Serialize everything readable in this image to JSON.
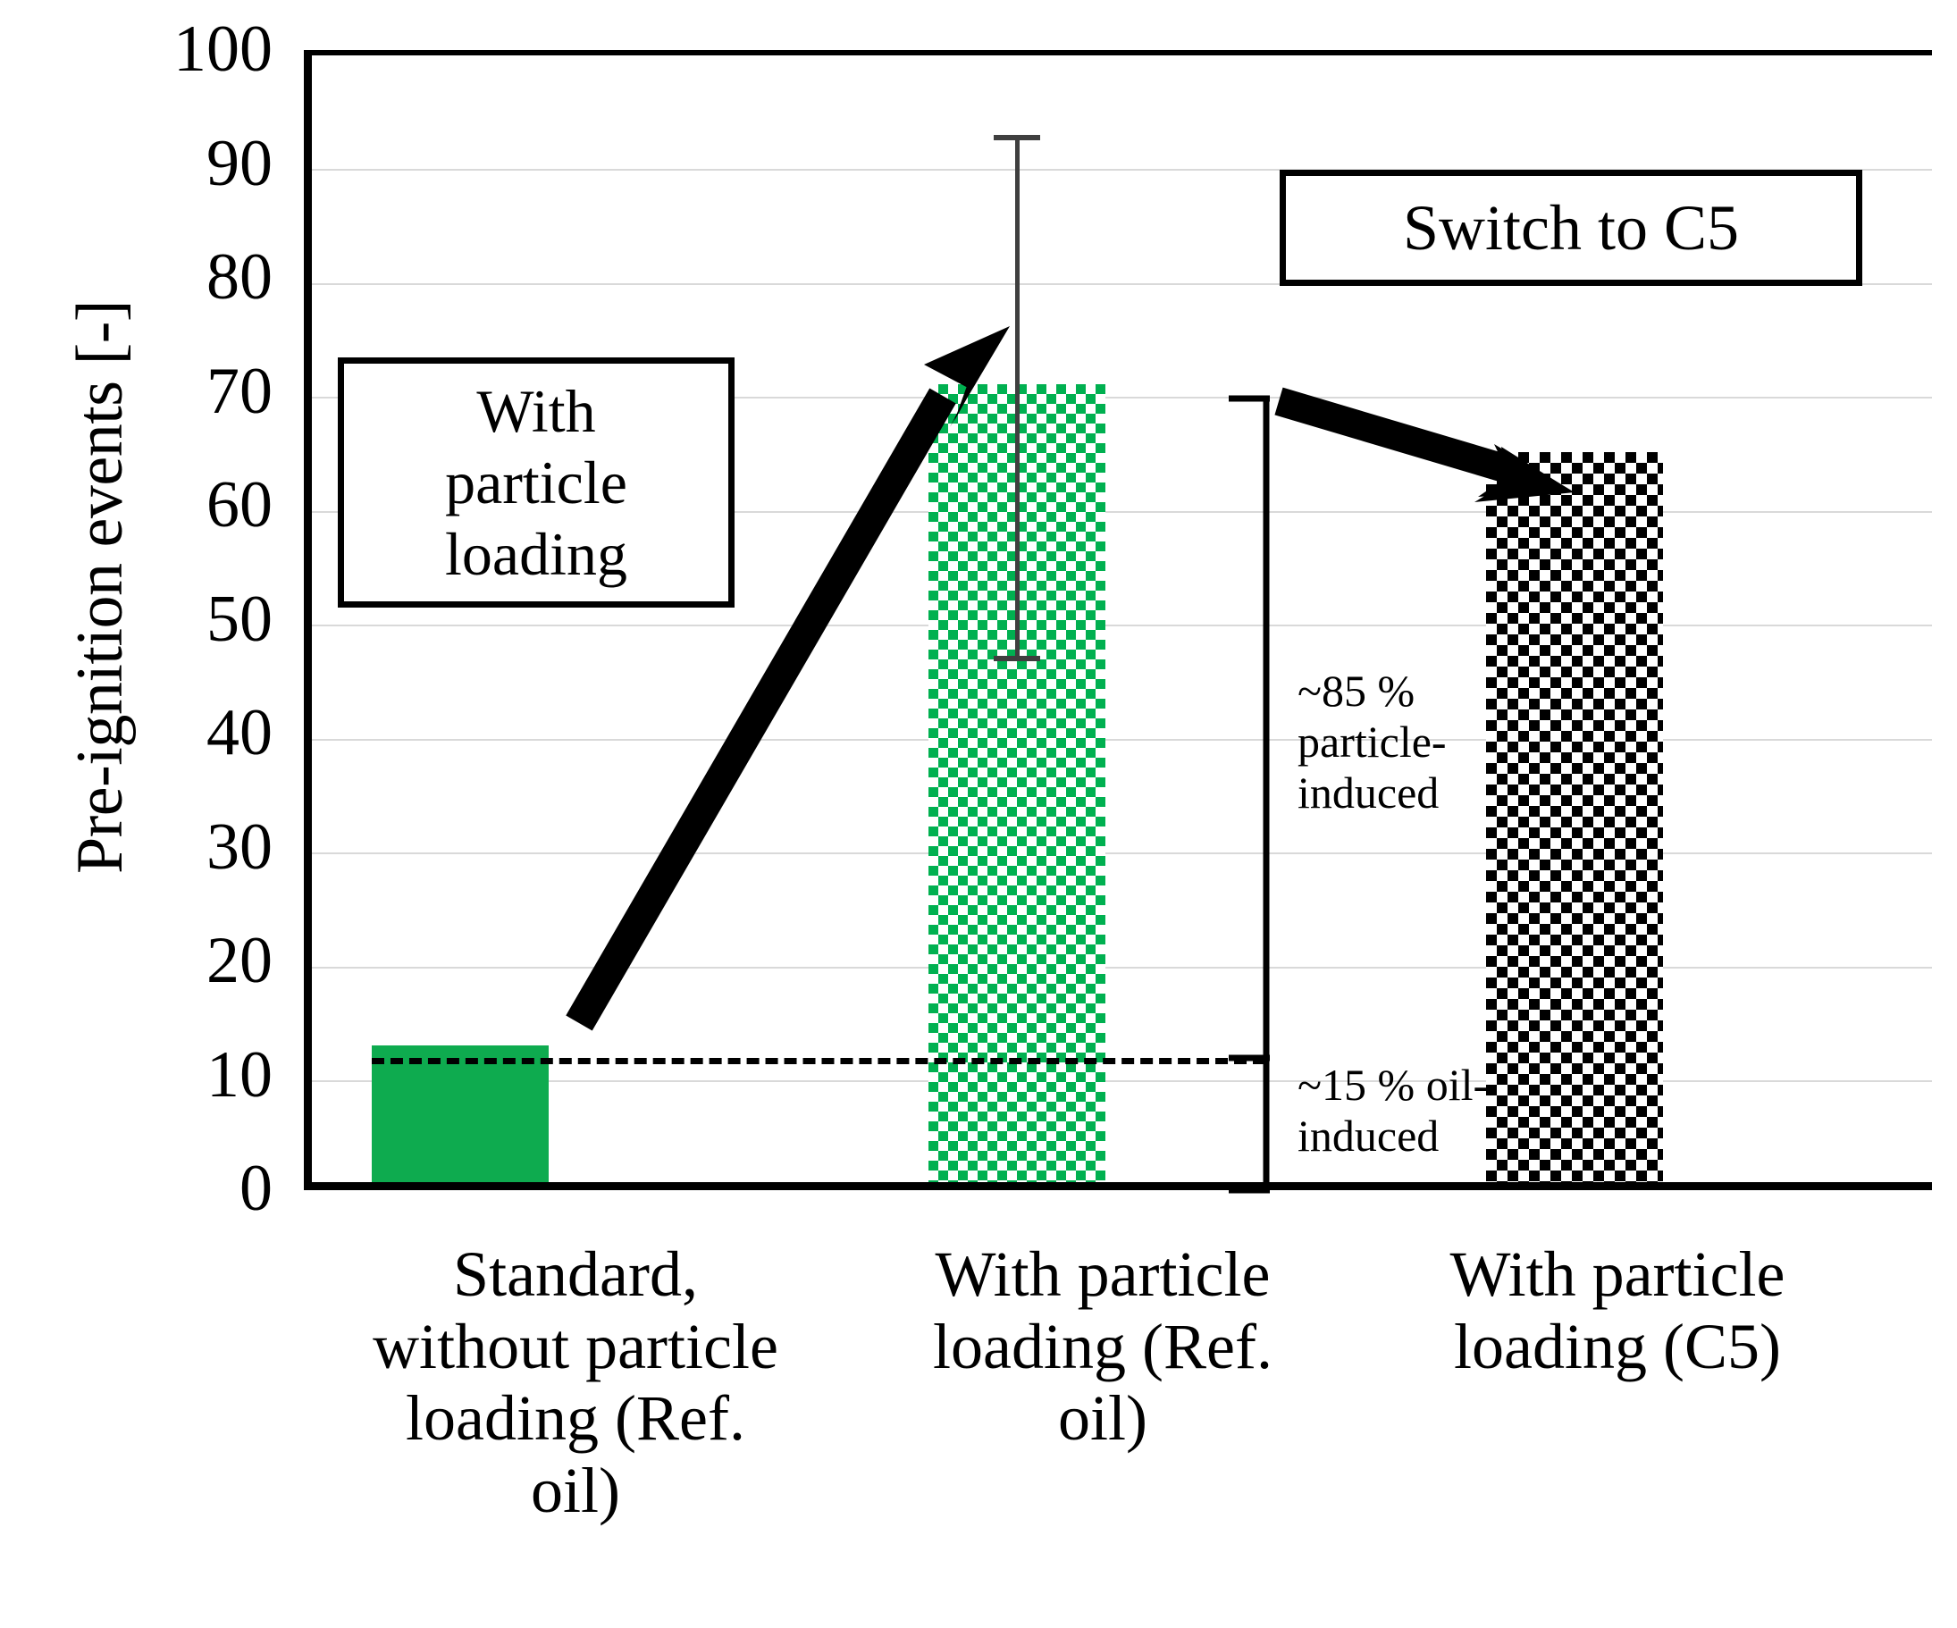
{
  "chart_data": {
    "type": "bar",
    "title": "",
    "xlabel": "",
    "ylabel": "Pre-ignition events [-]",
    "ylim": [
      0,
      100
    ],
    "ytick_values": [
      100,
      90,
      80,
      70,
      60,
      50,
      40,
      30,
      20,
      10,
      0
    ],
    "ytick_labels": [
      "100",
      "90",
      "80",
      "70",
      "60",
      "50",
      "40",
      "30",
      "20",
      "10",
      "0"
    ],
    "grid": true,
    "legend": "none",
    "categories": [
      "Standard, without particle loading (Ref. oil)",
      "With particle loading (Ref. oil)",
      "With particle loading (C5)"
    ],
    "values": [
      12,
      70,
      64
    ],
    "bar_styles": [
      "solid-green",
      "checkered-green",
      "checkered-black"
    ],
    "error_bars": [
      null,
      {
        "category": "With particle loading (Ref. oil)",
        "upper": 93,
        "lower": 47
      },
      null
    ],
    "annotations": [
      {
        "name": "with-particle-loading",
        "text": "With particle loading",
        "lines": [
          "With",
          "particle",
          "loading"
        ],
        "style": "boxed"
      },
      {
        "name": "switch-to-c5",
        "text": "Switch to C5",
        "lines": [
          "Switch to C5"
        ],
        "style": "boxed"
      },
      {
        "name": "particle-induced-share",
        "text": "~85 % particle-induced",
        "lines": [
          "~85 %",
          "particle-",
          "induced"
        ],
        "range": [
          12,
          70
        ]
      },
      {
        "name": "oil-induced-share",
        "text": "~15 % oil-induced",
        "lines": [
          "~15 % oil-",
          "induced"
        ],
        "range": [
          0,
          12
        ]
      }
    ],
    "reference_line": {
      "name": "oil-baseline",
      "value": 12,
      "style": "dashed"
    }
  },
  "axes": {
    "y_title": "Pre-ignition events [-]",
    "y_ticks": [
      "100",
      "90",
      "80",
      "70",
      "60",
      "50",
      "40",
      "30",
      "20",
      "10",
      "0"
    ],
    "x_categories": [
      {
        "lines": [
          "Standard,",
          "without particle",
          "loading (Ref.",
          "oil)"
        ]
      },
      {
        "lines": [
          "With particle",
          "loading (Ref.",
          "oil)"
        ]
      },
      {
        "lines": [
          "With particle",
          "loading (C5)"
        ]
      }
    ]
  },
  "callouts": {
    "particle_loading": {
      "lines": [
        "With",
        "particle",
        "loading"
      ]
    },
    "switch_c5": {
      "label": "Switch to C5"
    }
  },
  "split_labels": {
    "particle_induced": {
      "lines": [
        "~85 %",
        "particle-",
        "induced"
      ]
    },
    "oil_induced": {
      "lines": [
        "~15 % oil-",
        "induced"
      ]
    }
  },
  "colors": {
    "bar_green": "#0eab4f",
    "pattern_green": "#00b050",
    "pattern_black": "#000000",
    "gridline": "#d9d9d9",
    "axis": "#000000",
    "error_bar": "#3f3f3f"
  }
}
